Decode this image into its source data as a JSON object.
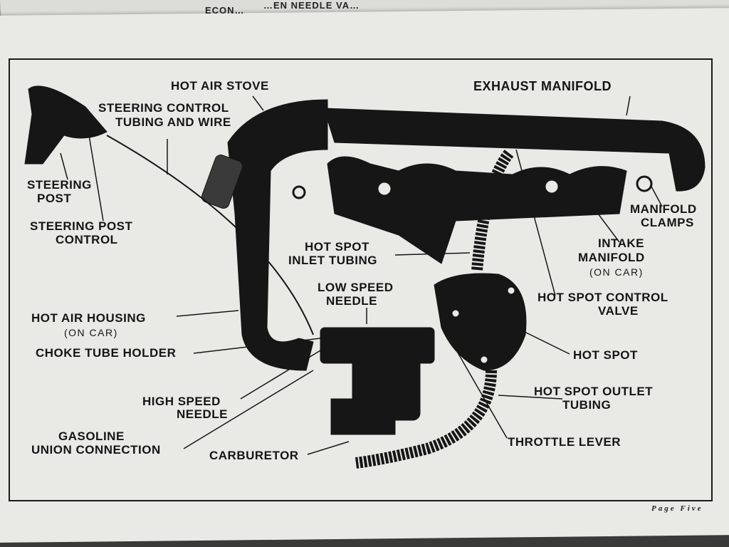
{
  "back_sheet": {
    "text_1": "…EN NEEDLE VA…",
    "text_2": "ECON…"
  },
  "labels": {
    "hot_air_stove": "HOT AIR STOVE",
    "steering_control_1": "STEERING CONTROL",
    "steering_control_2": "TUBING AND WIRE",
    "exhaust_manifold": "EXHAUST MANIFOLD",
    "steering_post_1": "STEERING",
    "steering_post_2": "POST",
    "steering_post_control_1": "STEERING POST",
    "steering_post_control_2": "CONTROL",
    "manifold_clamps_1": "MANIFOLD",
    "manifold_clamps_2": "CLAMPS",
    "intake_manifold_1": "INTAKE",
    "intake_manifold_2": "MANIFOLD",
    "intake_manifold_3": "(ON CAR)",
    "hot_spot_inlet_1": "HOT SPOT",
    "hot_spot_inlet_2": "INLET TUBING",
    "low_speed_needle_1": "LOW SPEED",
    "low_speed_needle_2": "NEEDLE",
    "hot_spot_control_1": "HOT SPOT CONTROL",
    "hot_spot_control_2": "VALVE",
    "hot_air_housing_1": "HOT AIR HOUSING",
    "hot_air_housing_2": "(ON CAR)",
    "choke_tube_holder": "CHOKE TUBE HOLDER",
    "hot_spot": "HOT SPOT",
    "hot_spot_outlet_1": "HOT SPOT OUTLET",
    "hot_spot_outlet_2": "TUBING",
    "high_speed_needle_1": "HIGH SPEED",
    "high_speed_needle_2": "NEEDLE",
    "gasoline_union_1": "GASOLINE",
    "gasoline_union_2": "UNION CONNECTION",
    "carburetor": "CARBURETOR",
    "throttle_lever": "THROTTLE LEVER"
  },
  "page_number": "Page Five"
}
